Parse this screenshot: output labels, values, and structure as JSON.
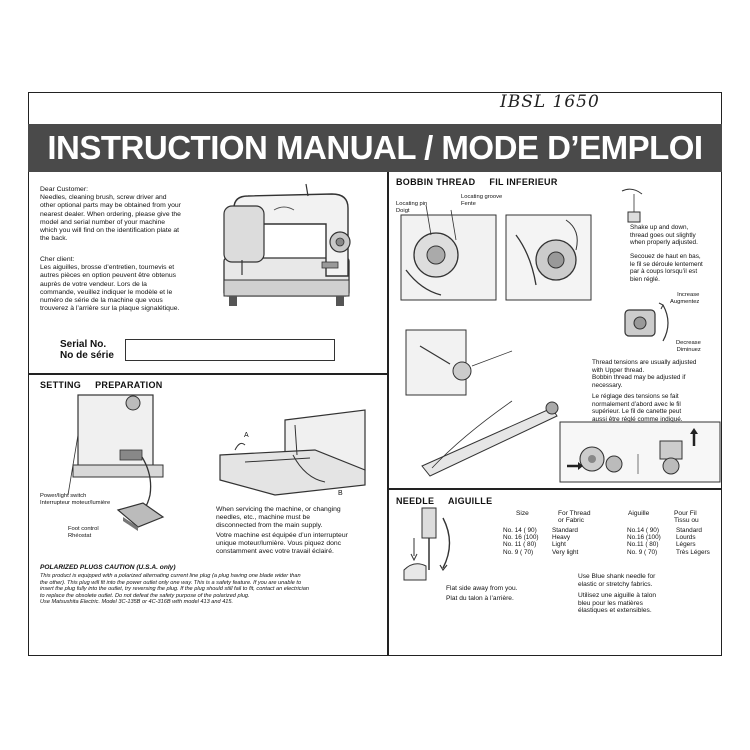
{
  "handwritten_note": "IBSL 1650",
  "title": "INSTRUCTION MANUAL / MODE D’EMPLOI",
  "intro": {
    "english": "Dear Customer:\nNeedles, cleaning brush, screw driver and\nother optional parts may be obtained from your\nnearest dealer. When ordering, please give the\nmodel and serial number of your machine\nwhich you will find on the identification plate at\nthe back.",
    "french": "Cher client:\nLes aiguilles, brosse d’entretien, tournevis et\nautres pièces en option peuvent être obtenus\nauprès de votre vendeur. Lors de la\ncommande, veuillez indiquer le modèle et le\nnuméro de série de la machine que vous\ntrouverez à l’arrière sur la plaque signalétique.",
    "serial_label": "Serial No.\nNo de série"
  },
  "setting": {
    "heading": "SETTING     PREPARATION",
    "power_switch_label": "Power/light switch\nInterrupteur moteur/lumière",
    "foot_control_label": "Foot control\nRhéostat",
    "label_a": "A",
    "label_b": "B",
    "service_en": "When servicing the machine, or changing\nneedles, etc., machine must be\ndisconnected from the main supply.",
    "service_fr": "Votre machine est équipée d’un interrupteur\nunique moteur/lumière. Vous piquez donc\nconstamment avec votre travail éclairé.",
    "polarized_title": "POLARIZED PLUGS CAUTION (U.S.A. only)",
    "polarized_text": "This product is equipped with a polarized alternating current line plug (a plug having one blade wider than\nthe other). This plug will fit into the power outlet only one way. This is a safety feature. If you are unable to\ninsert the plug fully into the outlet, try reversing the plug. If the plug should still fail to fit, contact an electrician\nto replace the obsolete outlet. Do not defeat the safety purpose of the polarized plug.\nUse Matsushita Electric. Model 3C-135B or 4C-316B with model 413 and 415."
  },
  "bobbin": {
    "heading": "BOBBIN THREAD     FIL INFERIEUR",
    "locating_pin": "Locating pin\nDoigt",
    "locating_groove": "Locating groove\nFente",
    "shake_en": "Shake up and down,\nthread goes out slightly\nwhen properly adjusted.",
    "shake_fr": "Secouez de haut en bas,\nle fil se déroule lentement\npar à coups lorsqu’il est\nbien réglé.",
    "increase": "Increase\nAugmentez",
    "decrease": "Decrease\nDiminuez",
    "tension_en": "Thread tensions are usually adjusted\nwith Upper thread.\nBobbin thread may be adjusted if\nnecessary.",
    "tension_fr": "Le réglage des tensions se fait\nnormalement d’abord avec le fil\nsupérieur. Le fil de canette peut\naussi être réglé comme indiqué."
  },
  "needle": {
    "heading": "NEEDLE     AIGUILLE",
    "flat_en": "Flat side away from you.",
    "flat_fr": "Plat du talon à l’arrière.",
    "col_size": "Size",
    "col_thread": "For Thread\nor Fabric",
    "col_aiguille": "Aiguille",
    "col_fil": "Pour Fil\nTissu ou",
    "rows": [
      {
        "size": "No. 14 (  90)",
        "thread": "Standard",
        "aiguille": "No.14 (  90)",
        "fil": "Standard"
      },
      {
        "size": "No. 16 (100)",
        "thread": "Heavy",
        "aiguille": "No.16 (100)",
        "fil": "Lourds"
      },
      {
        "size": "No. 11 (  80)",
        "thread": "Light",
        "aiguille": "No.11 (  80)",
        "fil": "Légers"
      },
      {
        "size": "No.  9 (  70)",
        "thread": "Very light",
        "aiguille": "No.  9 (  70)",
        "fil": "Très Légers"
      }
    ],
    "blue_en": "Use Blue shank needle for\nelastic or stretchy fabrics.",
    "blue_fr": "Utilisez une aiguille à talon\nbleu pour les matières\nélastiques et extensibles."
  }
}
